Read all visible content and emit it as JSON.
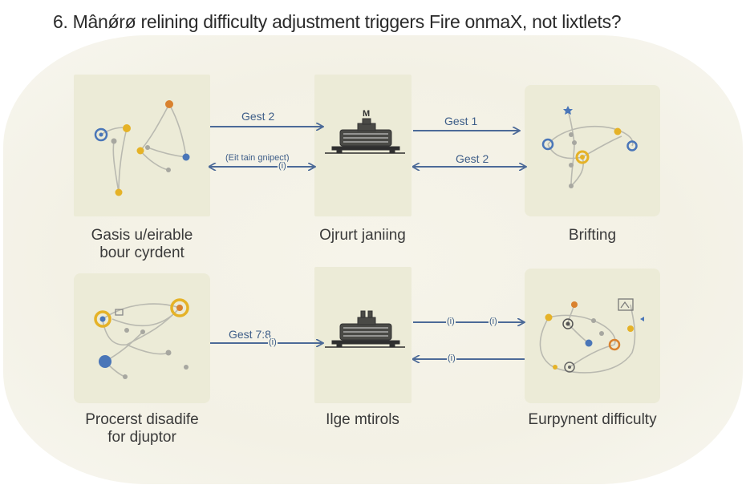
{
  "title": "6. Mânǿrø relining difficulty adjustment triggers Fire onmaX, not lixtlets?",
  "row1": {
    "left_label_line1": "Gasis u/eirable",
    "left_label_line2": "bour cyrdent",
    "center_label": "Ojrurt janiing",
    "right_label": "Brifting",
    "arrow_top_left_label": "Gest 2",
    "arrow_bottom_left_label": "(Eit tain gnipect)",
    "arrow_bottom_left_marker": "(i)",
    "arrow_top_right_label": "Gest 1",
    "arrow_bottom_right_label": "Gest 2",
    "machine_top_letter": "M"
  },
  "row2": {
    "left_label_line1": "Procerst disadife",
    "left_label_line2": "for djuptor",
    "center_label": "Ilge mtirols",
    "right_label": "Eurpynent difficulty",
    "arrow_left_label": "Gest 7:8",
    "arrow_left_marker": "(i)",
    "arrow_top_right_marker_1": "(i)",
    "arrow_top_right_marker_2": "(i)",
    "arrow_bottom_right_marker": "(i)"
  },
  "colors": {
    "arrow": "#4c6a98",
    "panel": "#ecebd7",
    "node_yellow": "#e5b227",
    "node_blue": "#4a76b8",
    "node_gray": "#a7a7a0",
    "node_orange": "#d9822f"
  }
}
